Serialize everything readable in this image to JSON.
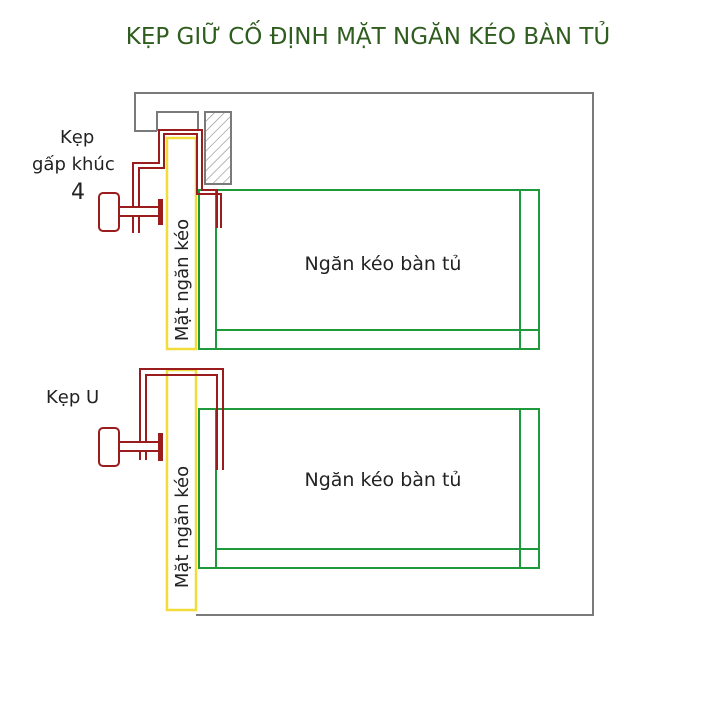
{
  "title": "KẸP GIỮ CỐ ĐỊNH MẶT NGĂN KÉO BÀN TỦ",
  "labels": {
    "clamp_bent_line1": "Kẹp",
    "clamp_bent_line2": "gấp khúc",
    "clamp_bent_number": "4",
    "clamp_u": "Kẹp U",
    "drawer_top": "Ngăn kéo bàn tủ",
    "drawer_bottom": "Ngăn kéo bàn tủ",
    "front_top": "Mặt ngăn kéo",
    "front_bottom": "Mặt ngăn kéo"
  },
  "colors": {
    "title": "#2f5d1f",
    "cabinet": "#7a7a7a",
    "drawer": "#1e9a3c",
    "drawer_front": "#f1dc3c",
    "clamp": "#9b1c1c",
    "text": "#222222"
  }
}
